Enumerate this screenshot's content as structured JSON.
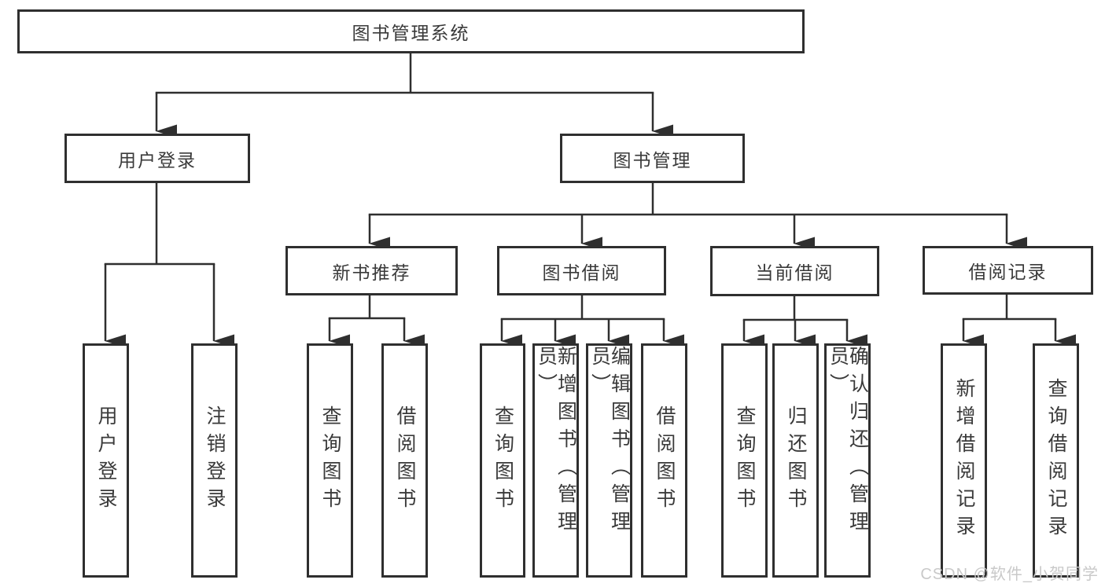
{
  "diagram": {
    "watermark": "CSDN @软件_小贺同学",
    "colors": {
      "line": "#333333",
      "text": "#3a3a3a",
      "background": "#ffffff",
      "watermark": "#c9c9c9"
    },
    "tree": {
      "root": {
        "label": "图书管理系统"
      },
      "branches": [
        {
          "label": "用户登录",
          "children": [
            {
              "label": "用户登录"
            },
            {
              "label": "注销登录"
            }
          ]
        },
        {
          "label": "图书管理",
          "children": [
            {
              "label": "新书推荐",
              "children": [
                {
                  "label": "查询图书"
                },
                {
                  "label": "借阅图书"
                }
              ]
            },
            {
              "label": "图书借阅",
              "children": [
                {
                  "label": "查询图书"
                },
                {
                  "label": "新增图书（管理员）"
                },
                {
                  "label": "编辑图书（管理员）"
                },
                {
                  "label": "借阅图书"
                }
              ]
            },
            {
              "label": "当前借阅",
              "children": [
                {
                  "label": "查询图书"
                },
                {
                  "label": "归还图书"
                },
                {
                  "label": "确认归还（管理员）"
                }
              ]
            },
            {
              "label": "借阅记录",
              "children": [
                {
                  "label": "新增借阅记录"
                },
                {
                  "label": "查询借阅记录"
                }
              ]
            }
          ]
        }
      ]
    }
  }
}
